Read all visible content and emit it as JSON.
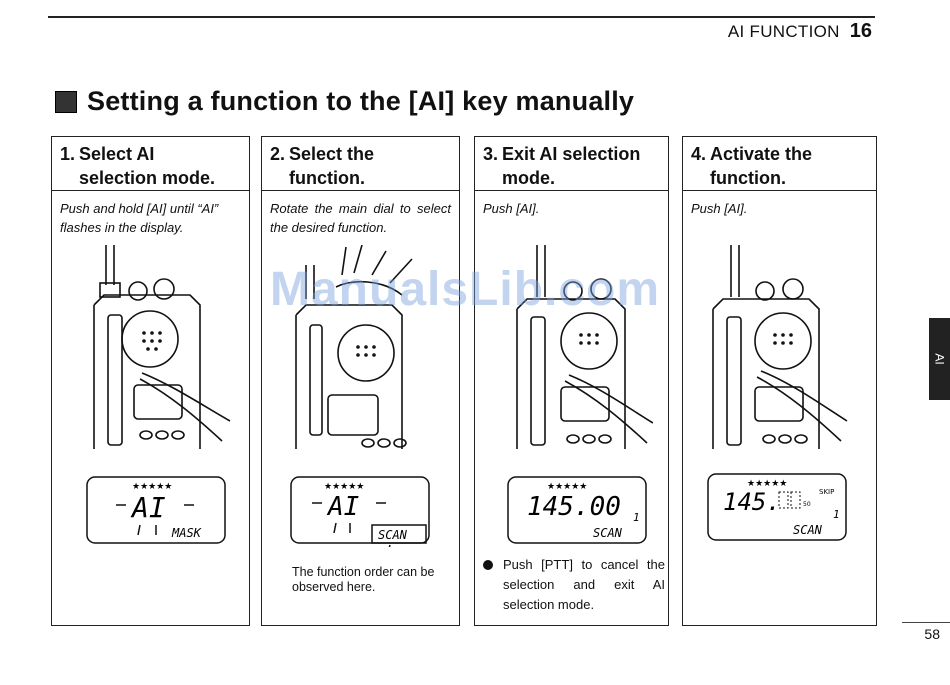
{
  "header": {
    "section": "AI FUNCTION",
    "chapter": "16"
  },
  "title": "Setting a function to the [AI] key manually",
  "steps": [
    {
      "num": "1.",
      "title_line1": "Select AI",
      "title_line2": "selection mode.",
      "instruction": "Push and hold [AI] until “AI” flashes in the display.",
      "lcd": {
        "main": "AI",
        "sub": "MASK"
      }
    },
    {
      "num": "2.",
      "title_line1": "Select the",
      "title_line2": "function.",
      "instruction": "Rotate the main dial to select the desired function.",
      "lcd": {
        "main": "AI",
        "sub": "SCAN"
      },
      "note": "The function order can be observed here."
    },
    {
      "num": "3.",
      "title_line1": "Exit AI selection",
      "title_line2": "mode.",
      "instruction": "Push [AI].",
      "lcd": {
        "main": "145.00",
        "channel": "1",
        "sub": "SCAN"
      },
      "note": "Push [PTT] to cancel the selection and exit AI selection mode."
    },
    {
      "num": "4.",
      "title_line1": "Activate the",
      "title_line2": "function.",
      "instruction": "Push [AI].",
      "lcd": {
        "main": "145.",
        "small": "50",
        "indicator": "SKIP",
        "channel": "1",
        "sub": "SCAN"
      }
    }
  ],
  "side_tab": "AI",
  "page_number": "58",
  "watermark": "ManualsLib.com"
}
